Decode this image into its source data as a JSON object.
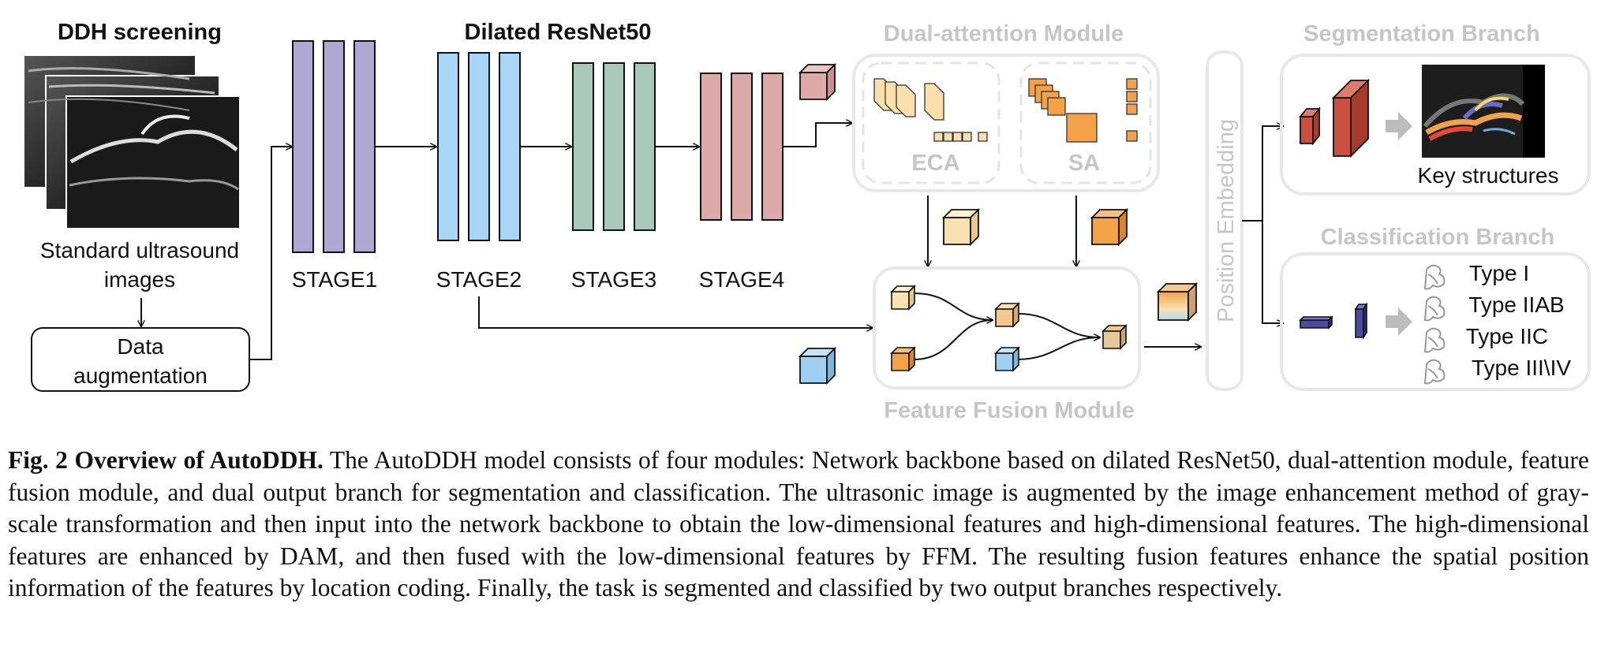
{
  "labels": {
    "ddh_screening": "DDH screening",
    "standard_images_1": "Standard ultrasound",
    "standard_images_2": "images",
    "data_aug_1": "Data",
    "data_aug_2": "augmentation",
    "backbone_title": "Dilated ResNet50",
    "stage1": "STAGE1",
    "stage2": "STAGE2",
    "stage3": "STAGE3",
    "stage4": "STAGE4",
    "dam_title": "Dual-attention Module",
    "eca": "ECA",
    "sa": "SA",
    "ffm_title": "Feature Fusion Module",
    "position_embedding": "Position Embedding",
    "seg_title": "Segmentation Branch",
    "key_structures": "Key structures",
    "cls_title": "Classification Branch",
    "type1": "Type I",
    "type2": "Type IIAB",
    "type3": "Type IIC",
    "type4": "Type III\\IV"
  },
  "caption": {
    "title": "Fig. 2 Overview of AutoDDH.",
    "body": "The AutoDDH model consists of four modules: Network backbone based on dilated ResNet50, dual-attention module, feature fusion module, and dual output branch for segmentation and classification. The ultrasonic image is augmented by the image enhancement method of gray-scale transformation and then input into the network backbone to obtain the low-dimensional features and high-dimensional features. The high-dimensional features are enhanced by DAM, and then fused with the low-dimensional features by FFM. The resulting fusion features enhance the spatial position information of the features by location coding. Finally, the task is segmented and classified by two output branches respectively."
  },
  "colors": {
    "stage1": "#b0a8d4",
    "stage2": "#a9d6f6",
    "stage3": "#a9c9bd",
    "stage4": "#dea9a9",
    "ghost_box": "#e8e8e8",
    "ghost_text": "#c6c6c6",
    "orange": "#f3a24a",
    "cream": "#f9e1b0",
    "blue_cube": "#9fd0f3",
    "navy": "#4a4aa0",
    "red": "#c9503e"
  }
}
